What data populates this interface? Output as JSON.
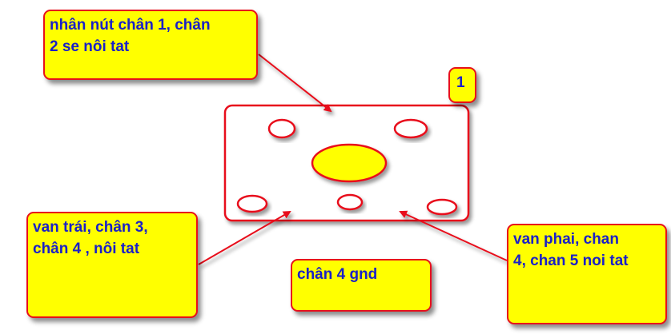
{
  "labels": {
    "push_button": [
      "nhân nút chân 1, chân",
      "2 se nôi tat"
    ],
    "left_valve": [
      "van trái, chân 3,",
      "chân 4 , nôi tat"
    ],
    "gnd": [
      "chân 4 gnd"
    ],
    "right_valve": [
      "van phai, chan",
      "4, chan 5 noi tat"
    ],
    "pin_number": "1"
  },
  "colors": {
    "callout_fill": "#ffff00",
    "callout_border": "#e8101a",
    "text": "#1a20c8",
    "outline": "#e8101a",
    "center_hole_fill": "#ffff00"
  }
}
